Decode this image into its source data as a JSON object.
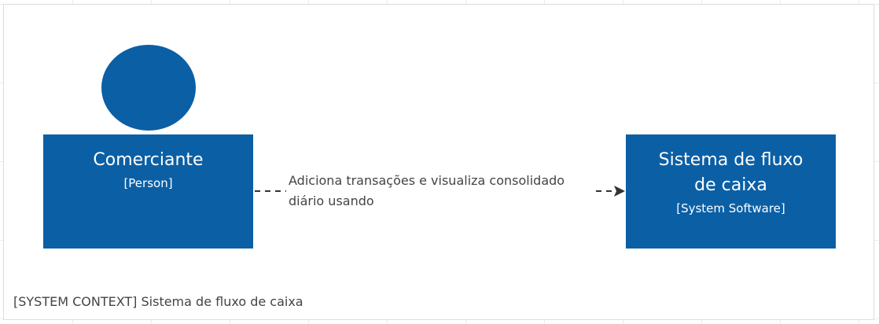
{
  "diagram": {
    "boundary_label": "[SYSTEM CONTEXT] Sistema de fluxo de caixa",
    "person": {
      "name": "Comerciante",
      "type": "[Person]",
      "color": "#0b5fa5"
    },
    "system": {
      "name": "Sistema de fluxo de caixa",
      "type": "[System Software]",
      "color": "#0b5fa5"
    },
    "relationship": {
      "label": "Adiciona transações e visualiza consolidado diário usando",
      "style": "dashed",
      "color": "#333333"
    }
  }
}
